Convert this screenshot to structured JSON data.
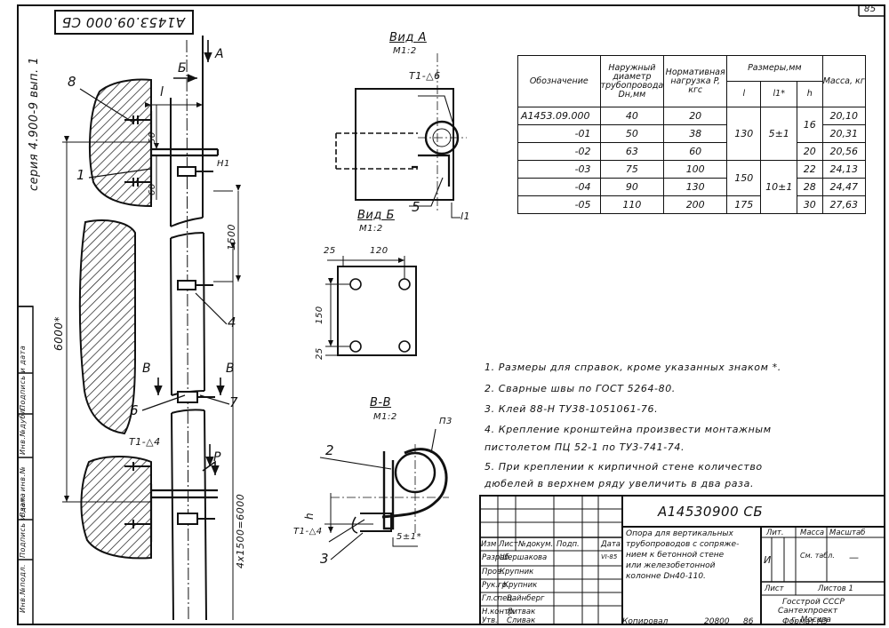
{
  "sheet_number": "85",
  "document_code": "А1453.09.000 СБ",
  "document_code_stamp": "А14530900 СБ",
  "series": "серия 4.900-9 вып. 1",
  "left_stamp": [
    "Инв.№подл.",
    "Подпись и дата",
    "Взам. инв.№",
    "Инв.№дубл.",
    "Подпись и дата"
  ],
  "views": {
    "view_a": "Вид А",
    "view_a_scale": "М1:2",
    "view_b": "Вид Б",
    "view_b_scale": "М1:2",
    "section_vv": "В-В",
    "section_vv_scale": "М1:2",
    "arrow_a": "А",
    "arrow_b": "Б",
    "arrow_v": "В",
    "load_p": "P"
  },
  "dimensions": {
    "l": "l",
    "l1": "l1",
    "h": "h",
    "d50": "50",
    "d60": "60",
    "d1500": "1500",
    "d6000": "6000*",
    "d4x1500": "4x1500=6000",
    "d25a": "25",
    "d120": "120",
    "d150": "150",
    "d25b": "25",
    "d5": "5±1*",
    "weld_t1_b6": "Т1-△6",
    "weld_t1_b4": "Т1-△4",
    "weld_t1_b4b": "Т1-△4",
    "h1": "Н1",
    "p3": "П3"
  },
  "callouts": [
    "8",
    "1",
    "4",
    "6",
    "7",
    "5",
    "2",
    "3"
  ],
  "spec_table": {
    "headers": {
      "designation": "Обозначение",
      "diameter": "Наружный диаметр трубопровода Dн,мм",
      "load": "Нормативная нагрузка P, кгс",
      "sizes": "Размеры,мм",
      "l": "l",
      "l1": "l1*",
      "h": "h",
      "mass": "Масса, кг"
    },
    "rows": [
      {
        "designation": "А1453.09.000",
        "diameter": "40",
        "load": "20",
        "mass": "20,10"
      },
      {
        "designation": "-01",
        "diameter": "50",
        "load": "38",
        "mass": "20,31"
      },
      {
        "designation": "-02",
        "diameter": "63",
        "load": "60",
        "mass": "20,56"
      },
      {
        "designation": "-03",
        "diameter": "75",
        "load": "100",
        "mass": "24,13"
      },
      {
        "designation": "-04",
        "diameter": "90",
        "load": "130",
        "mass": "24,47"
      },
      {
        "designation": "-05",
        "diameter": "110",
        "load": "200",
        "mass": "27,63"
      }
    ],
    "l_values": [
      "130",
      "150",
      "175"
    ],
    "l1_values": [
      "5±1",
      "10±1"
    ],
    "h_values": [
      "16",
      "20",
      "22",
      "28",
      "30"
    ]
  },
  "notes": [
    "1. Размеры для справок, кроме указанных знаком *.",
    "2. Сварные швы по ГОСТ 5264-80.",
    "3. Клей 88-Н ТУ38-1051061-76.",
    "4. Крепление кронштейна произвести монтажным",
    "пистолетом ПЦ 52-1 по ТУ3-741-74.",
    "5. При креплении к кирпичной стене количество",
    "дюбелей в верхнем ряду увеличить в два раза."
  ],
  "title_block": {
    "title": "Опора для вертикальных трубопроводов с сопряжением к бетонной стене или железобетонной колонне Dн40-110.",
    "title_lines": [
      "Опора для вертикальных",
      "трубопроводов с сопряже-",
      "нием к бетонной стене",
      "или железобетонной",
      "колонне Dн40-110."
    ],
    "lit_label": "Лит.",
    "lit_value": "И",
    "mass_label": "Масса",
    "mass_value": "См. табл.",
    "scale_label": "Масштаб",
    "scale_value": "—",
    "sheet_label": "Лист",
    "sheets_label": "Листов 1",
    "org_lines": [
      "Госстрой СССР",
      "Сантехпроект",
      "г. Москва"
    ],
    "header_cols": [
      "Изм",
      "Лист",
      "№докум.",
      "Подп.",
      "Дата"
    ],
    "date": "VI-85",
    "people": [
      {
        "role": "Разраб.",
        "name": "Шершакова"
      },
      {
        "role": "Пров.",
        "name": "Крупник"
      },
      {
        "role": "Рук.гр.",
        "name": "Крупник"
      },
      {
        "role": "Гл.спец.",
        "name": "Вайнберг"
      },
      {
        "role": "Н.контр.",
        "name": "Литвак"
      },
      {
        "role": "Утв.",
        "name": "Сливак"
      }
    ]
  },
  "footer": {
    "copied": "Копировал",
    "copied_by": "20800",
    "year": "86",
    "format": "Формат А3"
  }
}
